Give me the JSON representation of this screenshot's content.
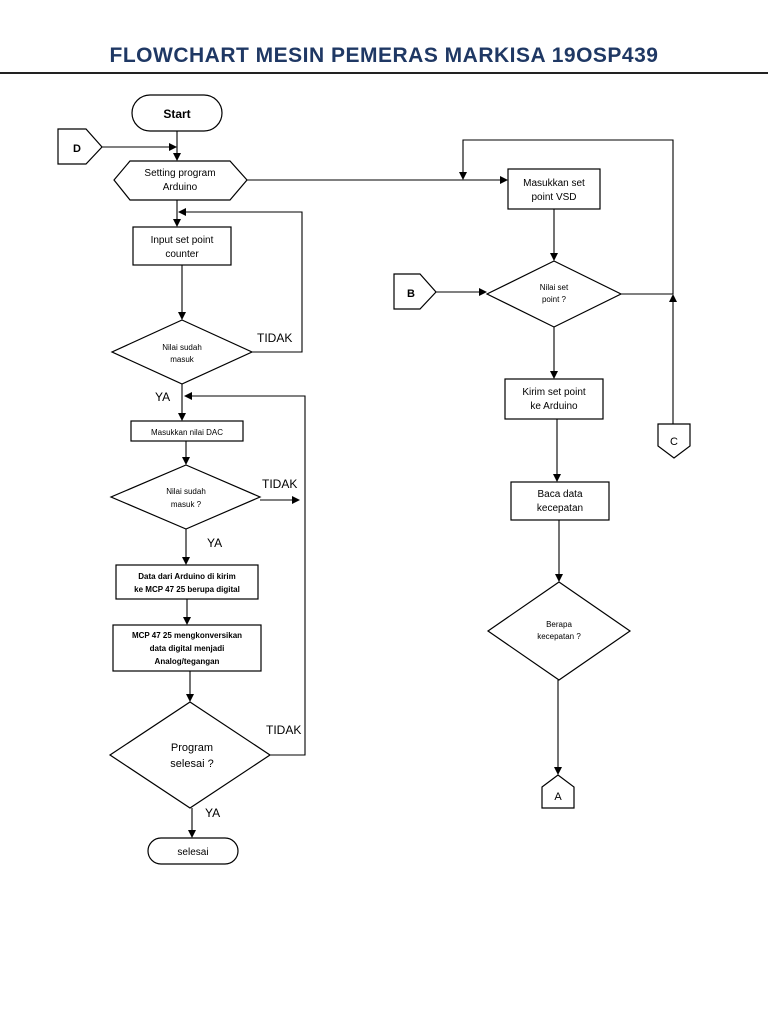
{
  "title": "FLOWCHART MESIN PEMERAS MARKISA 19OSP439",
  "nodes": {
    "start": "Start",
    "setting_program": [
      "Setting program",
      "Arduino"
    ],
    "input_set_point": [
      "Input set point",
      "counter"
    ],
    "nilai_sudah_masuk": [
      "Nilai sudah",
      "masuk"
    ],
    "masukkan_nilai_dac": "Masukkan nilai DAC",
    "nilai_sudah_masuk_q": [
      "Nilai sudah",
      "masuk ?"
    ],
    "data_dari_arduino": [
      "Data dari Arduino di kirim",
      "ke MCP 47 25 berupa digital"
    ],
    "mcp_konversi": [
      "MCP 47 25 mengkonversikan",
      "data digital menjadi",
      "Analog/tegangan"
    ],
    "program_selesai": [
      "Program",
      "selesai ?"
    ],
    "selesai": "selesai",
    "masukkan_set_point_vsd": [
      "Masukkan set",
      "point VSD"
    ],
    "nilai_set_point": [
      "Nilai set",
      "point ?"
    ],
    "kirim_set_point": [
      "Kirim set point",
      "ke Arduino"
    ],
    "baca_data": [
      "Baca data",
      "kecepatan"
    ],
    "berapa_kecepatan": [
      "Berapa",
      "kecepatan ?"
    ]
  },
  "connectors": {
    "d": "D",
    "b": "B",
    "c": "C",
    "a": "A"
  },
  "branch_labels": {
    "tidak_1": "TIDAK",
    "ya_1": "YA",
    "tidak_2": "TIDAK",
    "ya_2": "YA",
    "tidak_3": "TIDAK",
    "ya_3": "YA"
  }
}
